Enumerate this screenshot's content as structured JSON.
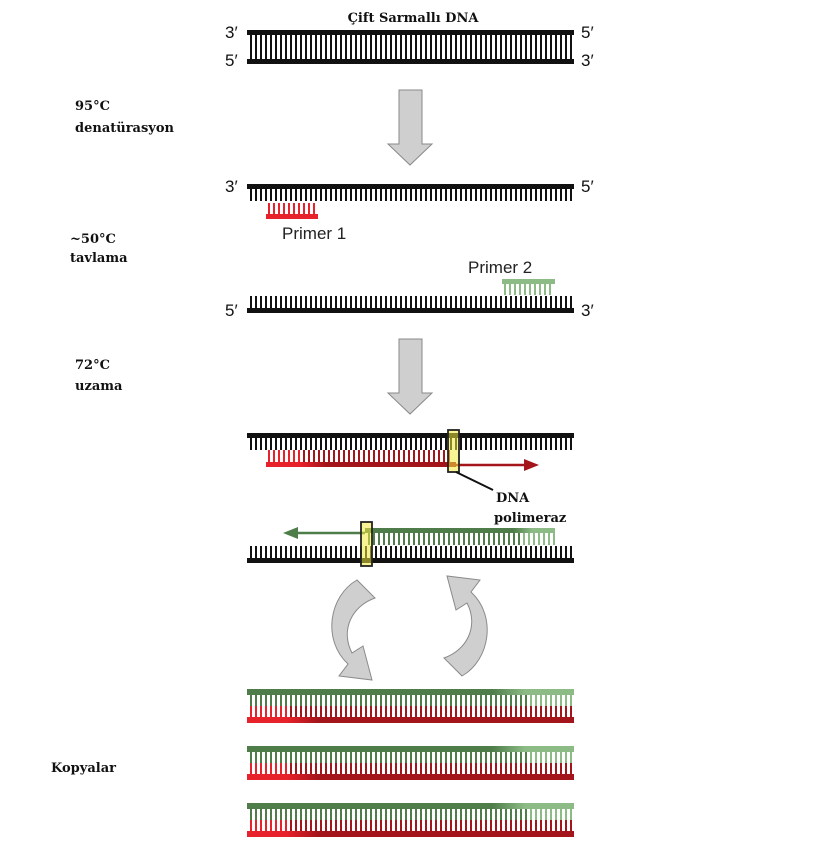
{
  "title": "Çift Sarmallı DNA",
  "ends": {
    "three_prime": "3′",
    "five_prime": "5′"
  },
  "steps": [
    {
      "temp": "95°C",
      "name": "denatürasyon"
    },
    {
      "temp": "~50°C",
      "name": "tavlama"
    },
    {
      "temp": "72°C",
      "name": "uzama"
    }
  ],
  "primer1": "Primer 1",
  "primer2": "Primer 2",
  "polymerase": {
    "line1": "DNA",
    "line2": "polimeraz"
  },
  "copies_label": "Kopyalar",
  "colors": {
    "strand": "#111111",
    "primer1": "#e8222b",
    "primer2": "#8dbb86",
    "red_extension": "#a3141b",
    "green_extension": "#4f7d4a",
    "polymerase": "#f3ea3a",
    "arrow": "#cfcfcf"
  }
}
